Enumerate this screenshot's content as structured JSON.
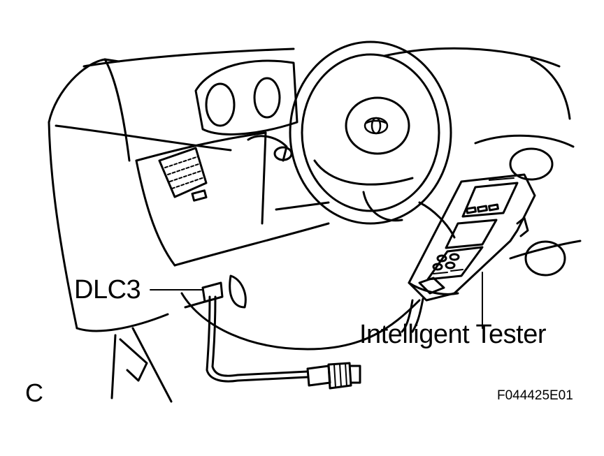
{
  "labels": {
    "connector": "DLC3",
    "tester": "Intelligent Tester",
    "view_letter": "C",
    "figure_id": "F044425E01"
  },
  "colors": {
    "line": "#000000",
    "background": "#ffffff"
  },
  "icons": {
    "steering_emblem": "toyota-emblem-icon"
  }
}
